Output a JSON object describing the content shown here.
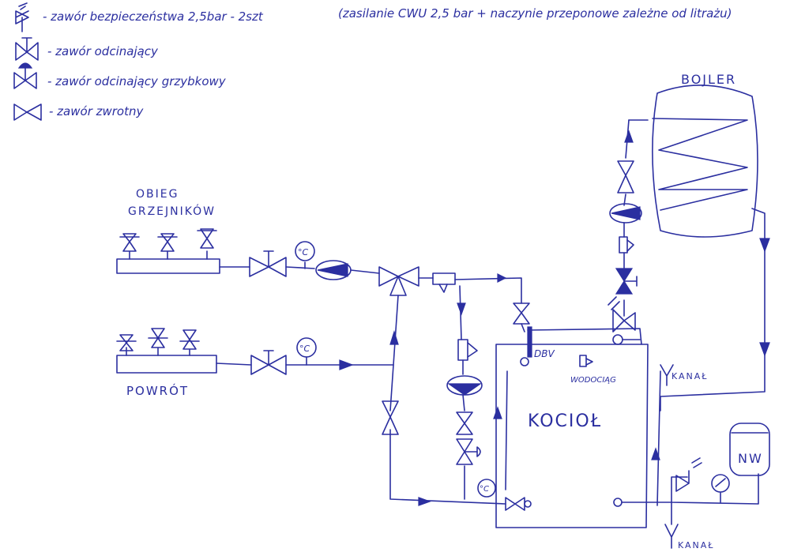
{
  "legend": {
    "items": [
      {
        "icon": "safety-valve-icon",
        "text": "- zawór bezpieczeństwa 2,5bar - 2szt"
      },
      {
        "icon": "shutoff-valve-icon",
        "text": "- zawór odcinający"
      },
      {
        "icon": "mushroom-shutoff-valve-icon",
        "text": "- zawór odcinający grzybkowy"
      },
      {
        "icon": "check-valve-icon",
        "text": "- zawór zwrotny"
      }
    ],
    "note_line1": "(zasilanie CWU 2,5 bar + naczynie przeponowe zależne od litrażu)",
    "note_line2": ""
  },
  "labels": {
    "radiator_supply_l1": "OBIEG",
    "radiator_supply_l2": "GRZEJNIKÓW",
    "return": "POWRÓT",
    "boiler": "BOJLER",
    "furnace": "KOCIOŁ",
    "dbv": "DBV",
    "water_mains": "WODOCIĄG",
    "drain_right": "KANAŁ",
    "drain_bottom": "KANAŁ",
    "expansion_vessel": "NW",
    "thermometer": "°C"
  },
  "colors": {
    "ink": "#2b2fa0",
    "paper": "#ffffff"
  }
}
